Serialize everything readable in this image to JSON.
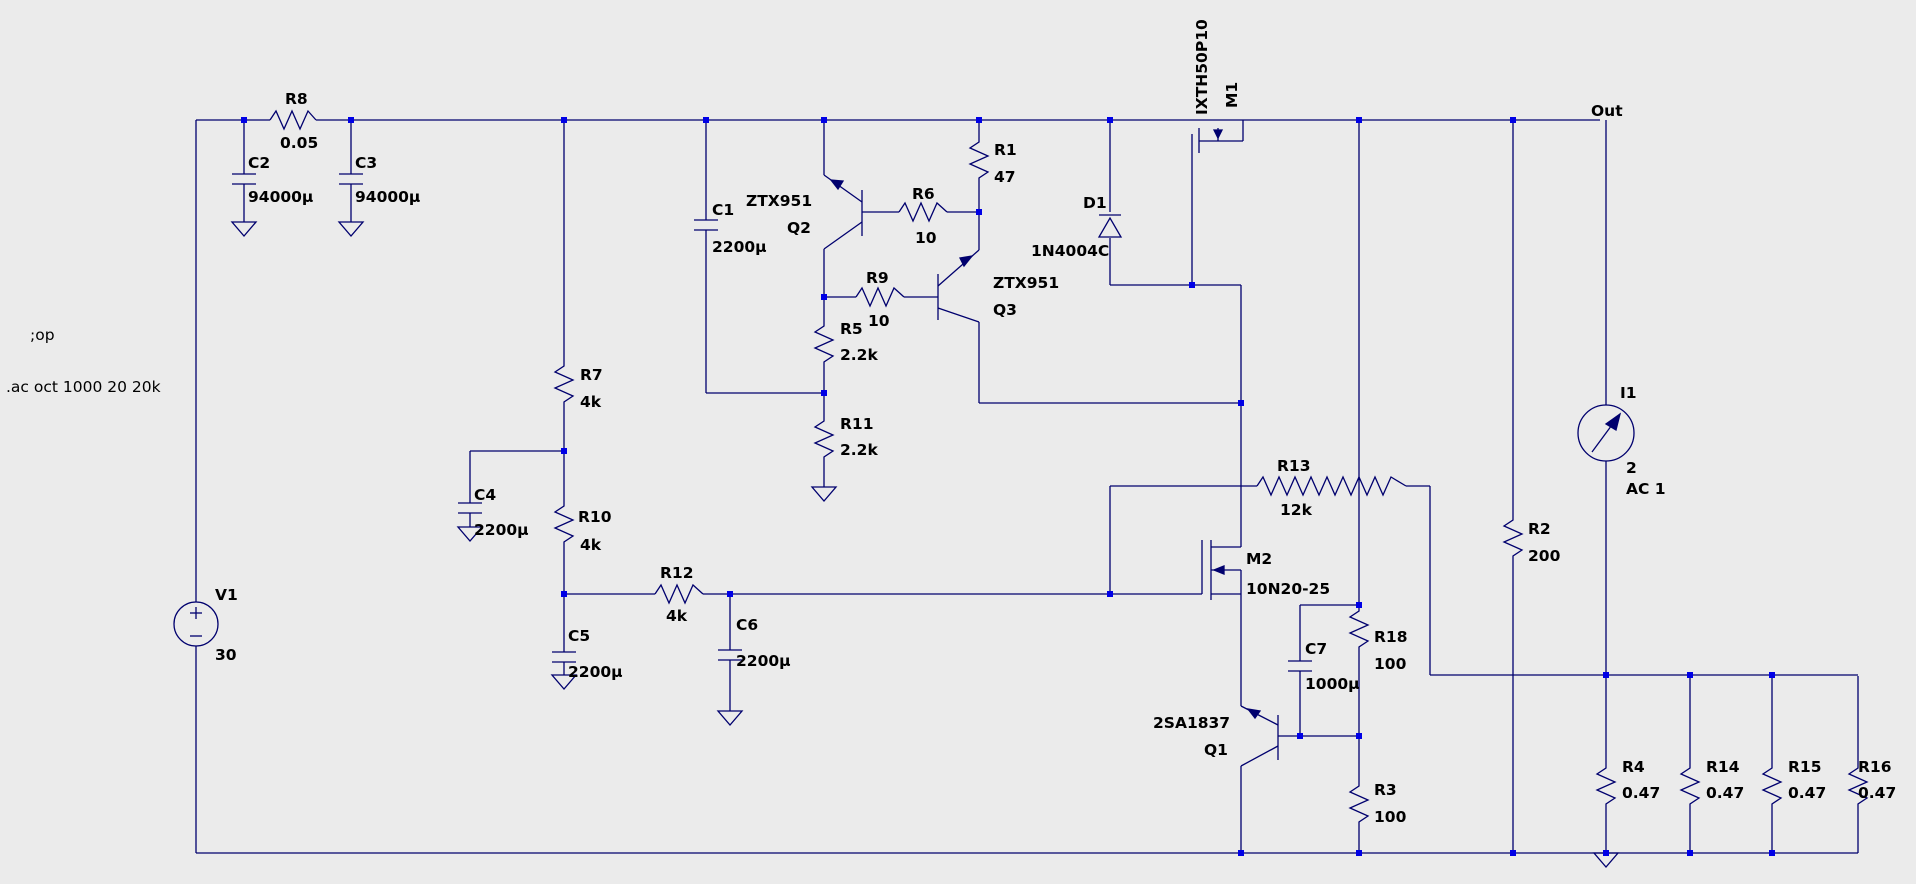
{
  "window": {
    "title": ""
  },
  "directives": [
    ";op",
    ".ac oct 1000 20 20k"
  ],
  "net_labels": {
    "out": "Out"
  },
  "components": {
    "V1": {
      "name": "V1",
      "value": "30"
    },
    "R8": {
      "name": "R8",
      "value": "0.05"
    },
    "C2": {
      "name": "C2",
      "value": "94000µ"
    },
    "C3": {
      "name": "C3",
      "value": "94000µ"
    },
    "R7": {
      "name": "R7",
      "value": "4k"
    },
    "C4": {
      "name": "C4",
      "value": "2200µ"
    },
    "R10": {
      "name": "R10",
      "value": "4k"
    },
    "C5": {
      "name": "C5",
      "value": "2200µ"
    },
    "R12": {
      "name": "R12",
      "value": "4k"
    },
    "C6": {
      "name": "C6",
      "value": "2200µ"
    },
    "C1": {
      "name": "C1",
      "value": "2200µ"
    },
    "Q2": {
      "name": "Q2",
      "value": "ZTX951"
    },
    "R6": {
      "name": "R6",
      "value": "10"
    },
    "R1": {
      "name": "R1",
      "value": "47"
    },
    "R9": {
      "name": "R9",
      "value": "10"
    },
    "Q3": {
      "name": "Q3",
      "value": "ZTX951"
    },
    "R5": {
      "name": "R5",
      "value": "2.2k"
    },
    "R11": {
      "name": "R11",
      "value": "2.2k"
    },
    "D1": {
      "name": "D1",
      "value": "1N4004C"
    },
    "M1": {
      "name": "M1",
      "value": "IXTH50P10"
    },
    "R13": {
      "name": "R13",
      "value": "12k"
    },
    "M2": {
      "name": "M2",
      "value": "10N20-25"
    },
    "C7": {
      "name": "C7",
      "value": "1000µ"
    },
    "R18": {
      "name": "R18",
      "value": "100"
    },
    "Q1": {
      "name": "Q1",
      "value": "2SA1837"
    },
    "R3": {
      "name": "R3",
      "value": "100"
    },
    "R2": {
      "name": "R2",
      "value": "200"
    },
    "I1": {
      "name": "I1",
      "value": "2",
      "ac": "AC 1"
    },
    "R4": {
      "name": "R4",
      "value": "0.47"
    },
    "R14": {
      "name": "R14",
      "value": "0.47"
    },
    "R15": {
      "name": "R15",
      "value": "0.47"
    },
    "R16": {
      "name": "R16",
      "value": "0.47"
    }
  }
}
